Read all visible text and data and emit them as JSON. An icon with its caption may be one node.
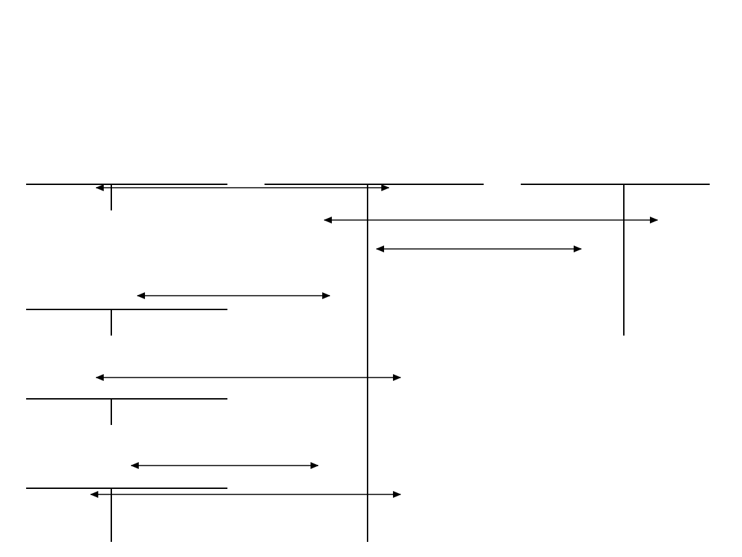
{
  "diagram": {
    "nodes": [
      {
        "text": [],
        "shape": "box"
      },
      {
        "text": [],
        "shape": "box"
      },
      {
        "text": [],
        "shape": "box"
      },
      {
        "text": [],
        "shape": "box"
      },
      {
        "text": [],
        "shape": "box"
      },
      {
        "text": [],
        "shape": "box"
      }
    ],
    "edges": [
      {
        "from": 0,
        "to": 1,
        "arrow": "both"
      },
      {
        "from": 1,
        "to": 2,
        "arrow": "both"
      },
      {
        "from": 1,
        "to": 2,
        "arrow": "both"
      },
      {
        "from": 3,
        "to": 1,
        "arrow": "both"
      },
      {
        "from": 4,
        "to": 1,
        "arrow": "both"
      },
      {
        "from": 5,
        "to": 1,
        "arrow": "both"
      },
      {
        "from": 5,
        "to": 1,
        "arrow": "both"
      }
    ]
  }
}
